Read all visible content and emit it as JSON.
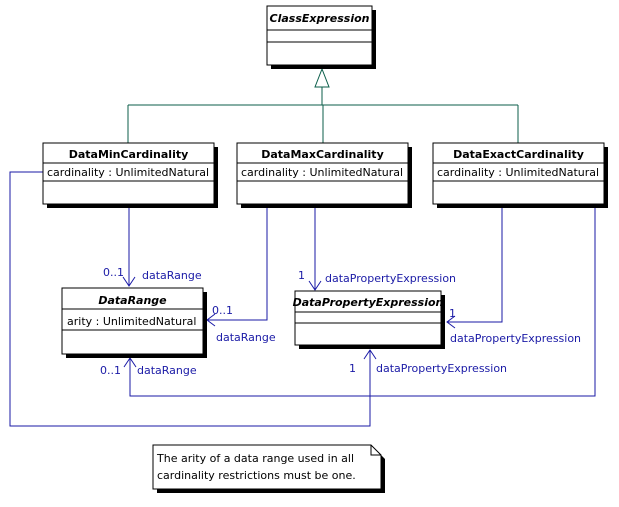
{
  "classes": {
    "class_expression": {
      "name": "ClassExpression"
    },
    "data_min_cardinality": {
      "name": "DataMinCardinality",
      "attr": "cardinality : UnlimitedNatural"
    },
    "data_max_cardinality": {
      "name": "DataMaxCardinality",
      "attr": "cardinality : UnlimitedNatural"
    },
    "data_exact_cardinality": {
      "name": "DataExactCardinality",
      "attr": "cardinality : UnlimitedNatural"
    },
    "data_range": {
      "name": "DataRange",
      "attr": "arity : UnlimitedNatural"
    },
    "data_property_expression": {
      "name": "DataPropertyExpression"
    }
  },
  "labels": {
    "min_range_mult": "0..1",
    "min_range_role": "dataRange",
    "max_range_mult": "0..1",
    "max_range_role": "dataRange",
    "max_prop_mult": "1",
    "max_prop_role": "dataPropertyExpression",
    "exact_prop_mult": "1",
    "exact_prop_role": "dataPropertyExpression",
    "exact_range_mult": "0..1",
    "exact_range_role": "dataRange",
    "min_prop_mult": "1",
    "min_prop_role": "dataPropertyExpression"
  },
  "note": {
    "line1": "The arity of a data range used in all",
    "line2": "cardinality restrictions must be one."
  },
  "colors": {
    "generalization": "#0b5e4a",
    "association": "#1a1aa6"
  }
}
